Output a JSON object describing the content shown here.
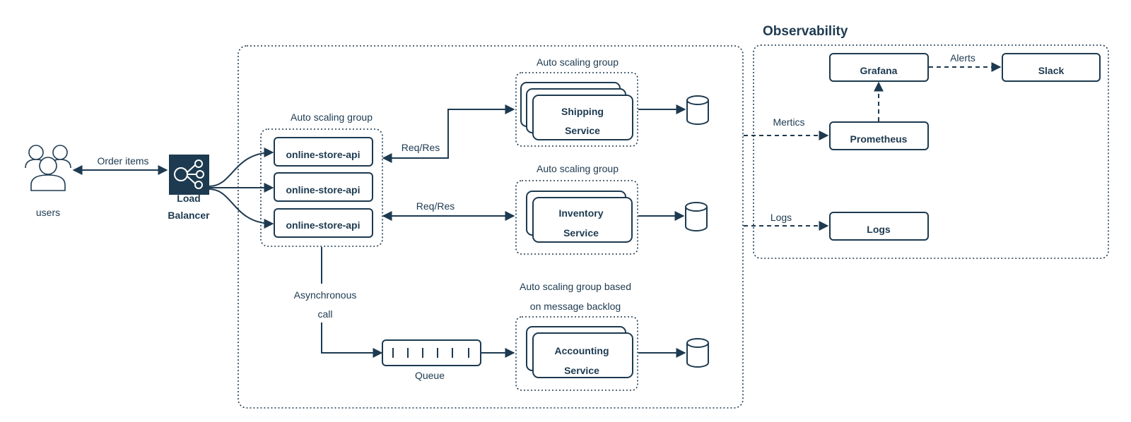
{
  "colors": {
    "ink": "#1d3a50",
    "background": "#ffffff"
  },
  "users": {
    "label": "users",
    "icon": "users-icon"
  },
  "edge_order": "Order items",
  "load_balancer": {
    "line1": "Load",
    "line2": "Balancer",
    "icon": "load-balancer-icon"
  },
  "api_group": {
    "label": "Auto scaling group",
    "items": [
      "online-store-api",
      "online-store-api",
      "online-store-api"
    ]
  },
  "shipping": {
    "group_label": "Auto scaling group",
    "line1": "Shipping",
    "line2": "Service"
  },
  "inventory": {
    "group_label": "Auto scaling group",
    "line1": "Inventory",
    "line2": "Service"
  },
  "accounting": {
    "group_label_line1": "Auto scaling group based",
    "group_label_line2": "on message backlog",
    "line1": "Accounting",
    "line2": "Service"
  },
  "edge_reqres_top": "Req/Res",
  "edge_reqres_mid": "Req/Res",
  "async": {
    "line1": "Asynchronous",
    "line2": "call"
  },
  "queue": {
    "label": "Queue"
  },
  "observability": {
    "title": "Observability",
    "grafana": "Grafana",
    "slack": "Slack",
    "prometheus": "Prometheus",
    "logs": "Logs",
    "edge_alerts": "Alerts",
    "edge_metrics": "Mertics",
    "edge_logs": "Logs"
  }
}
